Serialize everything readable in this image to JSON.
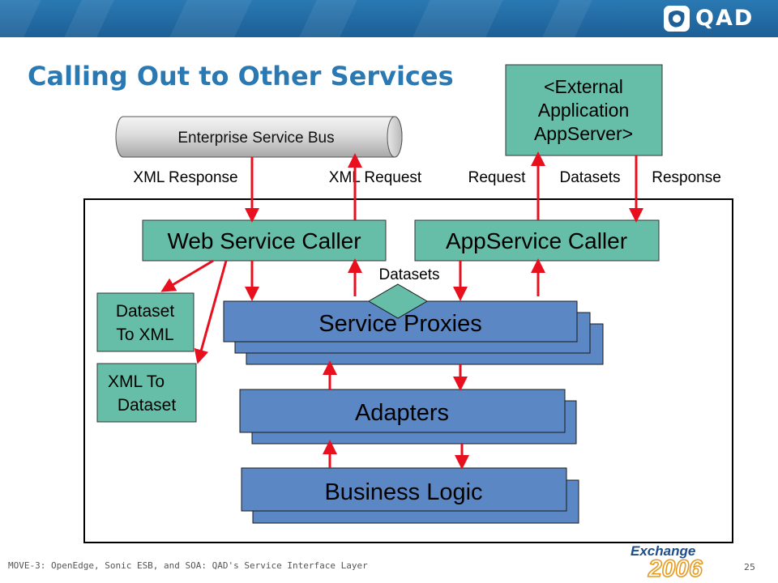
{
  "slide": {
    "title": "Calling Out to Other Services",
    "brand": "QAD",
    "footer": "MOVE-3: OpenEdge, Sonic ESB, and SOA: QAD's Service Interface Layer",
    "page_number": "25",
    "event_logo": {
      "word": "Exchange",
      "year": "2006"
    }
  },
  "diagram": {
    "esb": "Enterprise Service Bus",
    "external_app": [
      "<External",
      "Application",
      "AppServer>"
    ],
    "labels": {
      "xml_response": "XML Response",
      "xml_request": "XML Request",
      "request": "Request",
      "datasets_top": "Datasets",
      "response": "Response",
      "datasets_mid": "Datasets"
    },
    "web_service_caller": "Web Service Caller",
    "appservice_caller": "AppService Caller",
    "dataset_to_xml": [
      "Dataset",
      "To XML"
    ],
    "xml_to_dataset": [
      "XML To",
      "Dataset"
    ],
    "service_proxies": "Service Proxies",
    "adapters": "Adapters",
    "business_logic": "Business Logic"
  },
  "colors": {
    "header_blue": "#1d5f96",
    "title_blue": "#2a79b3",
    "green_box": "#66bea8",
    "blue_box": "#5b87c4",
    "arrow_red": "#e8101e"
  }
}
